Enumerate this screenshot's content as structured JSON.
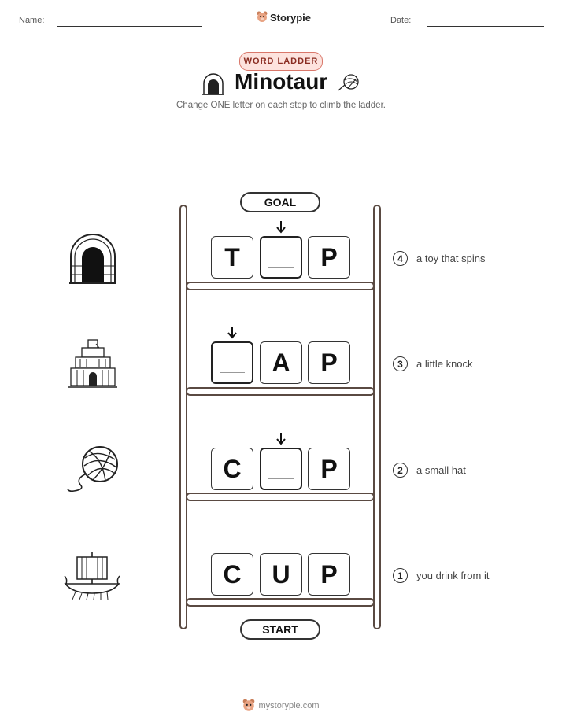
{
  "header": {
    "name_label": "Name:",
    "date_label": "Date:",
    "brand": "Storypie"
  },
  "badge": "WORD LADDER",
  "title": "Minotaur",
  "subtitle": "Change ONE letter on each step to climb the ladder.",
  "goal_label": "GOAL",
  "start_label": "START",
  "rungs": [
    {
      "number": "4",
      "clue": "a toy that spins",
      "letters": [
        "T",
        "",
        "P"
      ],
      "blank_index": 1,
      "picture": "labyrinth-doorway-icon"
    },
    {
      "number": "3",
      "clue": "a little knock",
      "letters": [
        "",
        "A",
        "P"
      ],
      "blank_index": 0,
      "picture": "palace-icon"
    },
    {
      "number": "2",
      "clue": "a small hat",
      "letters": [
        "C",
        "",
        "P"
      ],
      "blank_index": 1,
      "picture": "yarn-ball-icon"
    },
    {
      "number": "1",
      "clue": "you drink from it",
      "letters": [
        "C",
        "U",
        "P"
      ],
      "blank_index": null,
      "picture": "greek-ship-icon"
    }
  ],
  "footer": "mystorypie.com",
  "colors": {
    "ladder": "#5a4a42",
    "badge_fill": "#fde3de",
    "badge_border": "#d9776a"
  }
}
